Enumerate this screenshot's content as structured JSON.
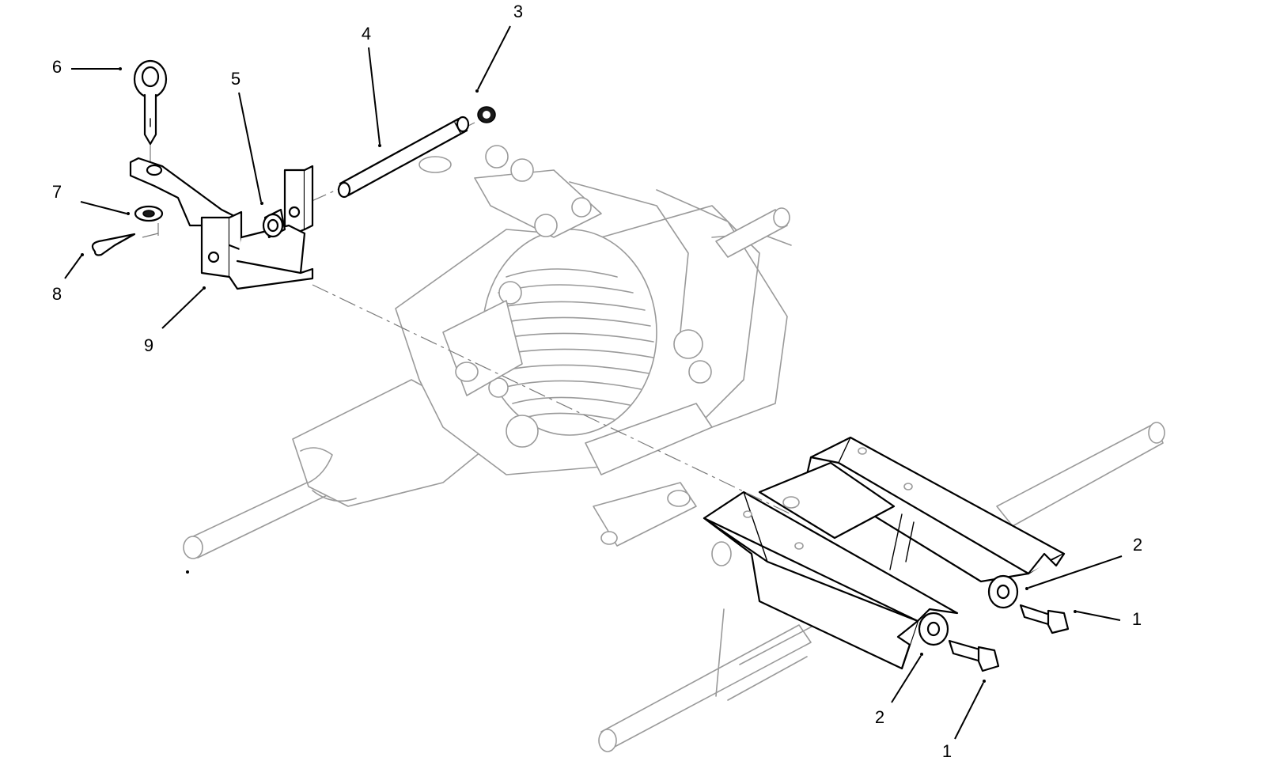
{
  "diagram": {
    "callouts": [
      {
        "id": "callout-6",
        "label": "6"
      },
      {
        "id": "callout-7",
        "label": "7"
      },
      {
        "id": "callout-8",
        "label": "8"
      },
      {
        "id": "callout-9",
        "label": "9"
      },
      {
        "id": "callout-5",
        "label": "5"
      },
      {
        "id": "callout-4",
        "label": "4"
      },
      {
        "id": "callout-3",
        "label": "3"
      },
      {
        "id": "callout-2-upper",
        "label": "2"
      },
      {
        "id": "callout-1-upper",
        "label": "1"
      },
      {
        "id": "callout-2-lower",
        "label": "2"
      },
      {
        "id": "callout-1-lower",
        "label": "1"
      }
    ]
  },
  "parts": {
    "hitch_pin": "hitch-pin",
    "flat_washer": "flat-washer",
    "hair_pin_cotter": "hair-pin-cotter",
    "hitch_bracket": "hitch-bracket",
    "spacer_bushing": "spacer-bushing",
    "pivot_rod": "pivot-rod",
    "retaining_clip": "retaining-clip",
    "spacer_washer": "spacer-washer",
    "hex_bolt": "hex-bolt",
    "transaxle": "transaxle-ghost",
    "frame": "frame-ghost"
  }
}
